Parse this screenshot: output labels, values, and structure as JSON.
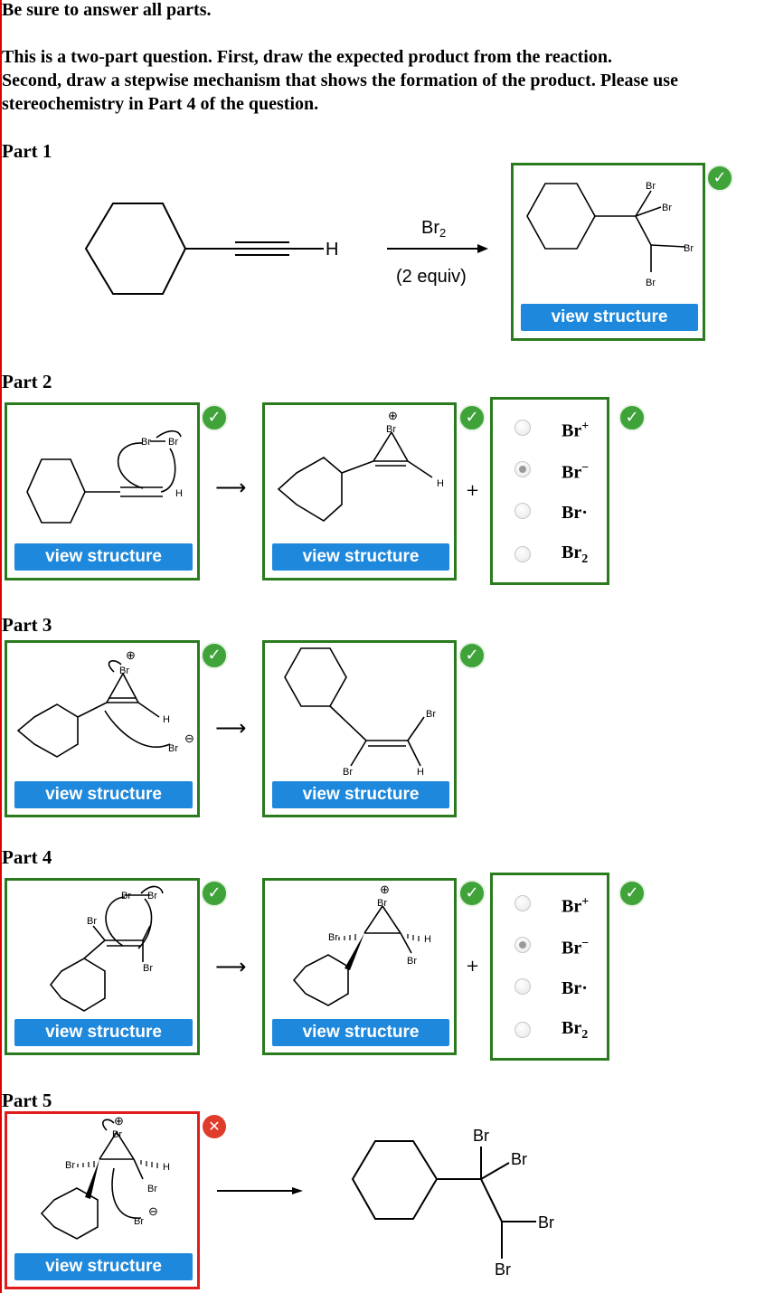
{
  "instructions": {
    "line1": "Be sure to answer all parts.",
    "line2": "This is a two-part question. First, draw the expected product from the reaction.",
    "line3": "Second, draw a stepwise mechanism that shows the formation of the product. Please use",
    "line4": "stereochemistry in Part 4 of the question."
  },
  "parts": {
    "p1": "Part 1",
    "p2": "Part 2",
    "p3": "Part 3",
    "p4": "Part 4",
    "p5": "Part 5"
  },
  "reaction": {
    "reagent": "Br2",
    "reagent_base": "Br",
    "reagent_sub": "2",
    "conditions": "(2 equiv)",
    "alkyne_H": "H"
  },
  "atoms": {
    "Br": "Br",
    "H": "H",
    "plus_charge": "⊕",
    "minus_charge": "⊖"
  },
  "view_structure_label": "view structure",
  "reaction_arrow": "⟶",
  "plus_sign": "+",
  "check_glyph": "✓",
  "x_glyph": "✕",
  "options_part2": {
    "items": [
      {
        "base": "Br",
        "sup": "+",
        "sub": "",
        "selected": false
      },
      {
        "base": "Br",
        "sup": "−",
        "sub": "",
        "selected": true
      },
      {
        "base": "Br·",
        "sup": "",
        "sub": "",
        "selected": false
      },
      {
        "base": "Br",
        "sup": "",
        "sub": "2",
        "selected": false
      }
    ]
  },
  "options_part4": {
    "items": [
      {
        "base": "Br",
        "sup": "+",
        "sub": "",
        "selected": false
      },
      {
        "base": "Br",
        "sup": "−",
        "sub": "",
        "selected": true
      },
      {
        "base": "Br·",
        "sup": "",
        "sub": "",
        "selected": false
      },
      {
        "base": "Br",
        "sup": "",
        "sub": "2",
        "selected": false
      }
    ]
  },
  "colors": {
    "correct_border": "#2a7a1e",
    "incorrect_border": "#e01c1c",
    "button_blue": "#1e88dc",
    "check_green": "#3fa33a",
    "x_red": "#e03c2c"
  },
  "icons": [
    "check-icon",
    "x-icon",
    "radio-icon"
  ]
}
